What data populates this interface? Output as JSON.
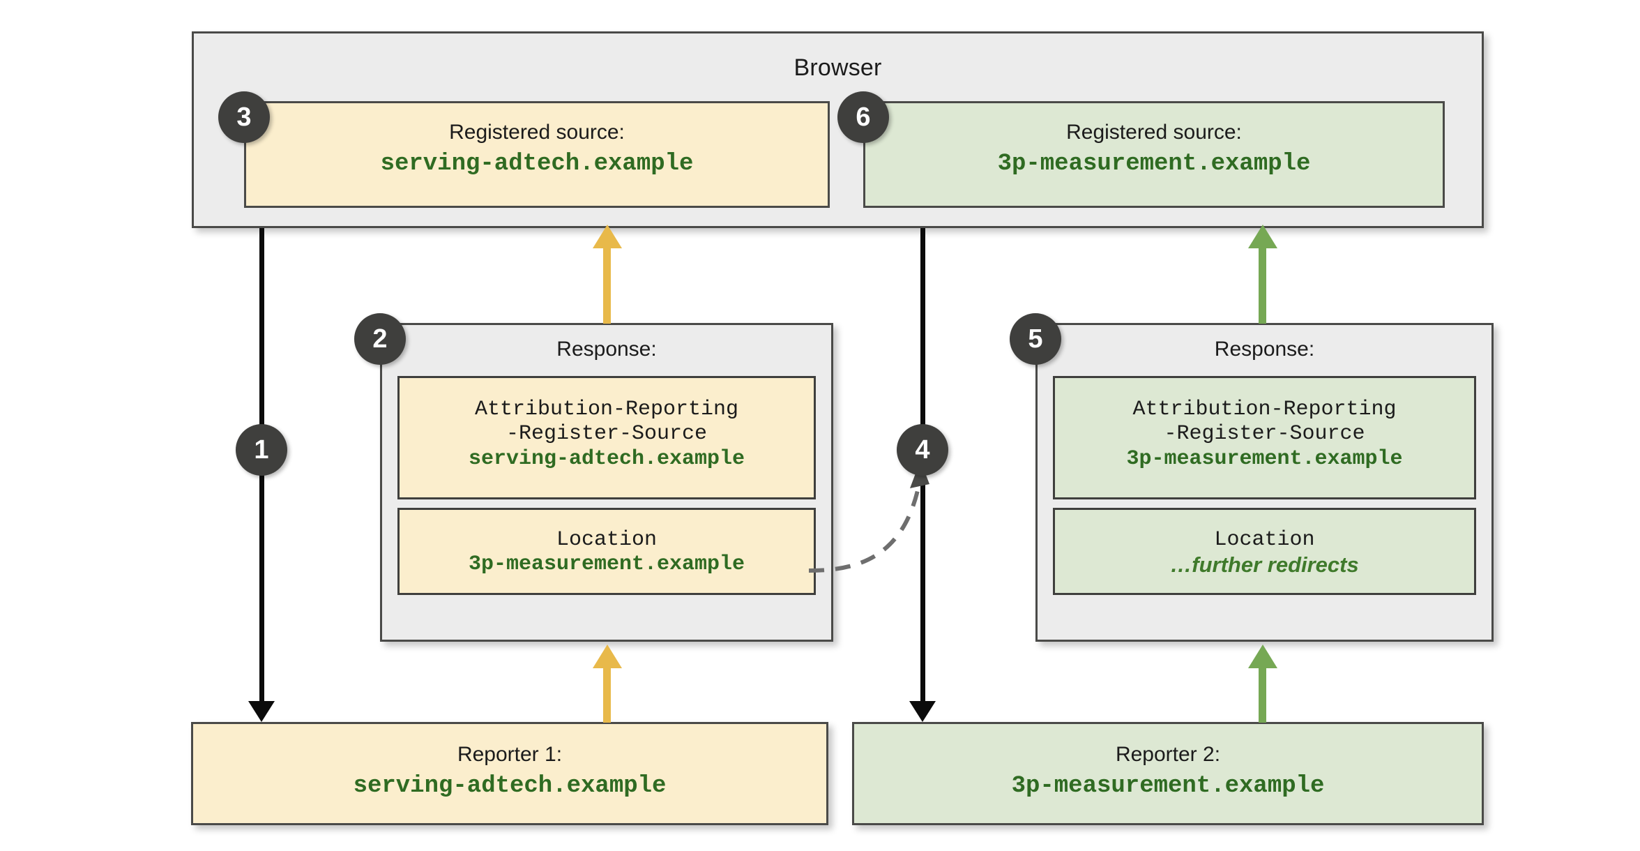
{
  "browser": {
    "title": "Browser",
    "registered_source_left": {
      "header": "Registered source:",
      "value": "serving-adtech.example",
      "step": "3"
    },
    "registered_source_right": {
      "header": "Registered source:",
      "value": "3p-measurement.example",
      "step": "6"
    }
  },
  "response_left": {
    "step": "2",
    "header": "Response:",
    "fields": [
      {
        "name_line1": "Attribution-Reporting",
        "name_line2": "-Register-Source",
        "value": "serving-adtech.example"
      },
      {
        "name_line1": "Location",
        "name_line2": "",
        "value": "3p-measurement.example"
      }
    ]
  },
  "response_right": {
    "step": "5",
    "header": "Response:",
    "fields": [
      {
        "name_line1": "Attribution-Reporting",
        "name_line2": "-Register-Source",
        "value": "3p-measurement.example"
      },
      {
        "name_line1": "Location",
        "name_line2": "",
        "value": "…further redirects"
      }
    ]
  },
  "reporter_left": {
    "header": "Reporter 1:",
    "value": "serving-adtech.example"
  },
  "reporter_right": {
    "header": "Reporter 2:",
    "value": "3p-measurement.example"
  },
  "steps": {
    "s1": "1",
    "s4": "4"
  },
  "colors": {
    "yellow_fill": "#fbeecd",
    "green_fill": "#dde8d3",
    "grey_fill": "#ececec",
    "border": "#4a4a48",
    "badge": "#3f3f3d",
    "gold_arrow": "#e8b94a",
    "green_arrow": "#76a854",
    "green_text": "#2f6b22",
    "black_line": "#0b0b0b"
  }
}
